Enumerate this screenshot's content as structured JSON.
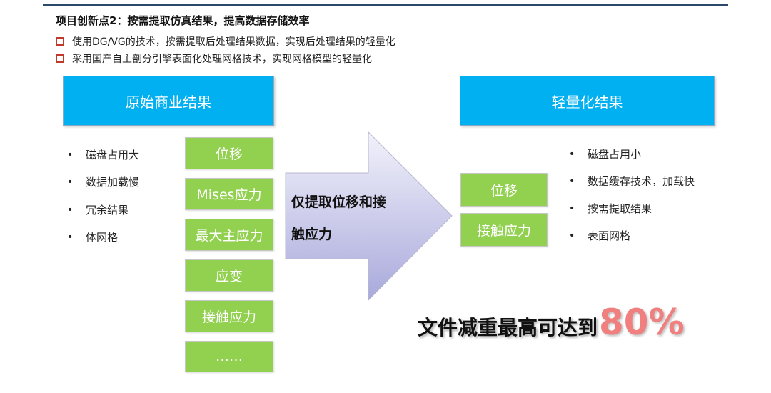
{
  "title": "项目创新点2：按需提取仿真结果，提高数据存储效率",
  "bullets": [
    "使用DG/VG的技术，按需提取后处理结果数据，实现后处理结果的轻量化",
    "采用国产自主剖分引擎表面化处理网格技术，实现网格模型的轻量化"
  ],
  "left": {
    "header": "原始商业结果",
    "items": [
      "磁盘占用大",
      "数据加载慢",
      "冗余结果",
      "体网格"
    ]
  },
  "green_list": [
    "位移",
    "Mises应力",
    "最大主应力",
    "应变",
    "接触应力",
    "……"
  ],
  "arrow": {
    "line1": "仅提取位移和接",
    "line2": "触应力"
  },
  "right": {
    "header": "轻量化结果",
    "green": [
      "位移",
      "接触应力"
    ],
    "items": [
      "磁盘占用小",
      "数据缓存技术，加载快",
      "按需提取结果",
      "表面网格"
    ]
  },
  "summary": {
    "text": "文件减重最高可达到",
    "value": "80%"
  },
  "colors": {
    "header_blue": "#00b0f0",
    "green": "#92d050",
    "bullet_square": "#c0392b",
    "highlight": "#f08080",
    "arrow_fill_top": "#f2f2fb",
    "arrow_fill_bottom": "#a9a9dc"
  }
}
